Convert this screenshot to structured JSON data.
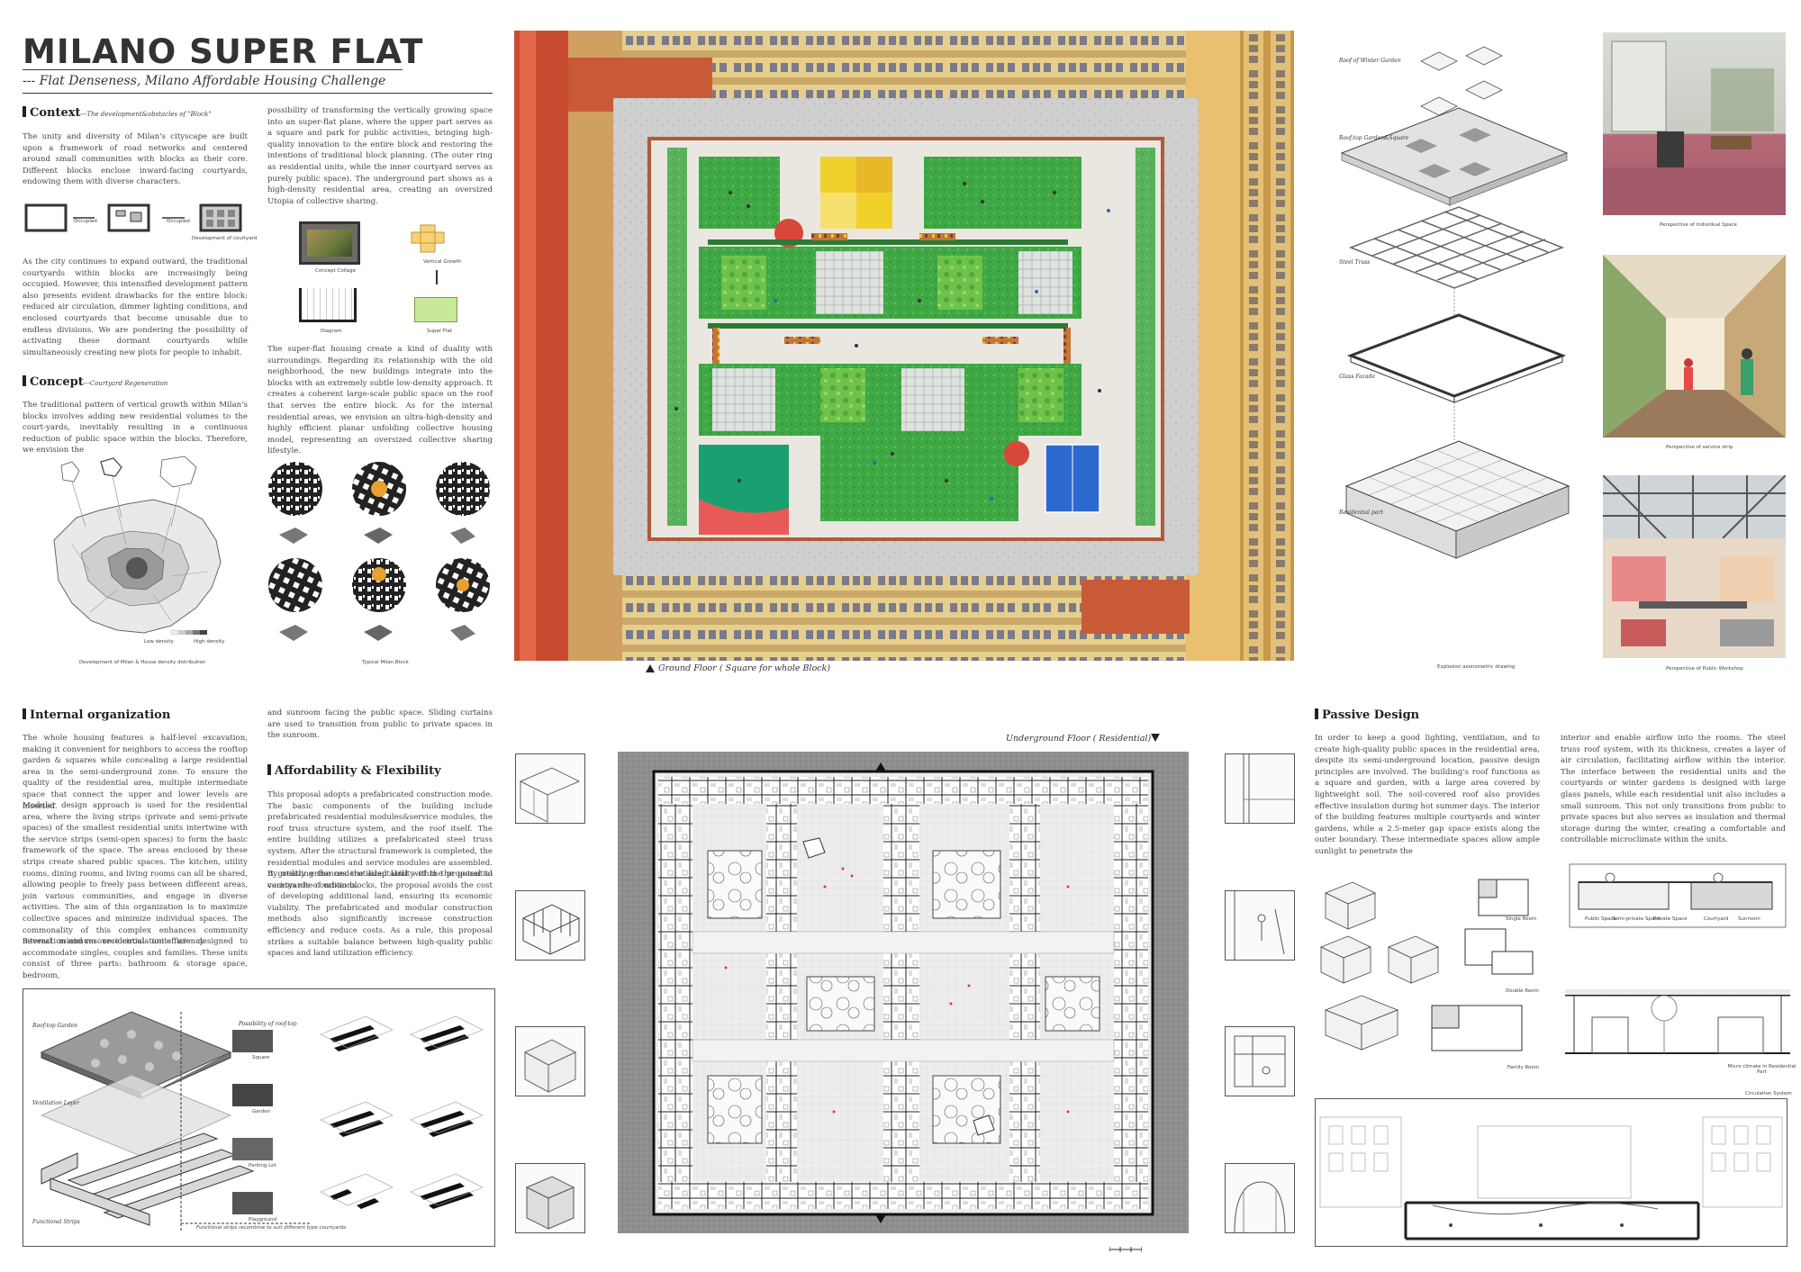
{
  "title": {
    "main": "MILANO SUPER FLAT",
    "subtitle": "--- Flat Denseness, Milano Affordable Housing Challenge"
  },
  "context": {
    "heading": "Context",
    "heading_sub": "---The development&obstacles of \"Block\"",
    "p1": "The unity and diversity of Milan's cityscape are built upon a framework of road networks and centered around small communities with blocks as their core. Different blocks enclose inward-facing courtyards, endowing them with diverse characters.",
    "diagram_labels": [
      "Occupied",
      "Occupied",
      "Development of courtyard"
    ],
    "p2": "As the city continues to expand outward, the traditional courtyards within blocks are increasingly being occupied. However, this intensified development pattern also presents evident drawbacks for the entire block: reduced air circulation, dimmer lighting conditions, and enclosed courtyards that become unusable due to endless divisions. We are pondering the possibility of activating these dormant courtyards while simultaneously creating new plots for people to inhabit.",
    "col2_p1": "possibility of transforming the vertically growing space into an super-flat plane, where the upper part serves as a square and park for public activities, bringing high-quality innovation to the entire block and restoring the intentions of traditional block planning. (The outer ring as residential units, while the inner courtyard serves as purely public space). The underground part shows as a high-density residential area, creating an oversized Utopia of collective sharing.",
    "collage_labels": [
      "Concept Collage",
      "Vertical Growth",
      "Diagram",
      "Super Flat"
    ],
    "col2_p2": "The super-flat housing create a kind of duality with surroundings. Regarding its relationship with the old neighborhood, the new buildings integrate into the blocks with an extremely subtle low-density approach. It creates a coherent large-scale public space on the roof that serves the entire block. As for the internal residential areas, we envision an ultra-high-density and highly efficient planar unfolding collective housing model, representing an oversized collective sharing lifestyle."
  },
  "concept": {
    "heading": "Concept",
    "heading_sub": "---Courtyard Regeneration",
    "p1": "The traditional pattern of vertical growth within Milan's blocks involves adding new residential volumes to the court-yards, inevitably resulting in a continuous reduction of public space within the blocks. Therefore, we envision the",
    "map_legend": [
      "Low density",
      "High density"
    ],
    "map_caption": "Development of Milan & House density distribution",
    "blocks_caption": "Typical Milan Block"
  },
  "ground_floor": {
    "caption": "Ground Floor ( Square for whole Block)"
  },
  "explosion": {
    "labels": [
      "Roof of Winter Garden",
      "Roof-top Garden&Square",
      "Steel Truss",
      "Glass Facade",
      "Residential part"
    ],
    "caption": "Explosion axonometric drawing"
  },
  "perspectives": [
    "Perspective of Individual Space",
    "Perspective of service strip",
    "Perspective of Public Workshop"
  ],
  "internal": {
    "heading": "Internal organization",
    "p1": "The whole housing features a half-level excavation, making it convenient for neighbors to access the rooftop garden & squares while concealing a large residential area in the semi-underground zone. To ensure the quality of the residential area, multiple intermediate space that connect the upper and lower levels are inserted.",
    "p2": "Modular design approach is used for the residential area, where the living strips (private and semi-private spaces) of the smallest residential units intertwine with the service strips (semi-open spaces) to form the basic framework of the space. The areas enclosed by these strips create shared public spaces. The kitchen, utility rooms, dining rooms, and living rooms can all be shared, allowing people to freely pass between different areas, join various communities, and engage in diverse activities. The aim of this organization is to maximize collective spaces and minimize individual spaces. The commonality of this complex enhances community interaction and resource circulation efficiency.",
    "p3": "Several minimum residential units are designed to accommodate singles, couples and families. These units consist of three parts: bathroom & storage space, bedroom,",
    "col2_p1": "and sunroom facing the public space. Sliding curtains are used to transition from public to private spaces in the sunroom."
  },
  "afford": {
    "heading": "Affordability & Flexibility",
    "p1": "This proposal adopts a prefabricated construction mode. The basic components of the building include prefabricated residential modules&service modules, the roof truss structure system, and the roof itself. The entire building utilizes a prefabricated steel truss system. After the structural framework is completed, the residential modules and service modules are assembled. It greatly enhances the adaptability of the proposal to various site conditions.",
    "p2": "By utilizing the underutilized land within the potential courtyards of urban blocks, the proposal avoids the cost of developing additional land, ensuring its economic viability. The prefabricated and modular construction methods also significantly increase construction efficiency and reduce costs. As a rule, this proposal strikes a suitable balance between high-quality public spaces and land utilization efficiency."
  },
  "roof_diagram": {
    "labels": [
      "Roof-top Garden",
      "Ventilation Layer",
      "Functional Strips"
    ],
    "possibility": "Possibility of roof-top",
    "options": [
      "Square",
      "Garden",
      "Parking Lot",
      "Playground"
    ],
    "note": "Functional strips recombine to suit different type courtyards"
  },
  "underground": {
    "caption": "Underground Floor ( Residential)"
  },
  "passive": {
    "heading": "Passive Design",
    "p1": "In order to keep a good lighting, ventilation, and to create high-quality public spaces in the residential area, despite its semi-underground location, passive design principles are involved. The building's roof functions as a square and garden, with a large area covered by lightweight soil. The soil-covered roof also provides effective insulation during hot summer days. The interior of the building features multiple courtyards and winter gardens, while a 2.5-meter gap space exists along the outer boundary. These intermediate spaces allow ample sunlight to penetrate the",
    "p2": "interior and enable airflow into the rooms. The steel truss roof system, with its thickness, creates a layer of air circulation, facilitating airflow within the interior. The interface between the residential units and the courtyards or winter gardens is designed with large glass panels, while each residential unit also includes a small sunroom. This not only transitions from public to private spaces but also serves as insulation and thermal storage during the winter, creating a comfortable and controllable microclimate within the units.",
    "units": [
      "Single Room",
      "Double Room",
      "Family Room"
    ],
    "section_labels": [
      "Public Space",
      "Semi-private Space",
      "Private Space",
      "Courtyard",
      "Sunroom"
    ],
    "micro": "Micro climate in Residential Part",
    "circ": "Circulation System"
  }
}
